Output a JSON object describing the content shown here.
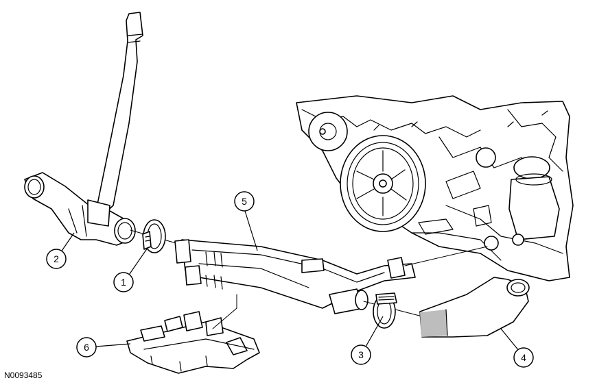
{
  "figure_id": "N0093485",
  "callouts": [
    {
      "id": "callout-1",
      "label": "1"
    },
    {
      "id": "callout-2",
      "label": "2"
    },
    {
      "id": "callout-3",
      "label": "3"
    },
    {
      "id": "callout-4",
      "label": "4"
    },
    {
      "id": "callout-5",
      "label": "5"
    },
    {
      "id": "callout-6",
      "label": "6"
    }
  ]
}
